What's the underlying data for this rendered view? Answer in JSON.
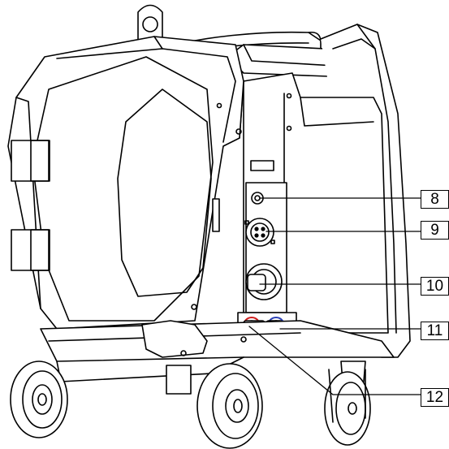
{
  "callouts": [
    {
      "id": "8",
      "label": "8"
    },
    {
      "id": "9",
      "label": "9"
    },
    {
      "id": "10",
      "label": "10"
    },
    {
      "id": "11",
      "label": "11"
    },
    {
      "id": "12",
      "label": "12"
    }
  ],
  "colors": {
    "line": "#000000",
    "background": "#ffffff",
    "connector_red": "#d01c1c",
    "connector_blue": "#2a3fb5"
  }
}
